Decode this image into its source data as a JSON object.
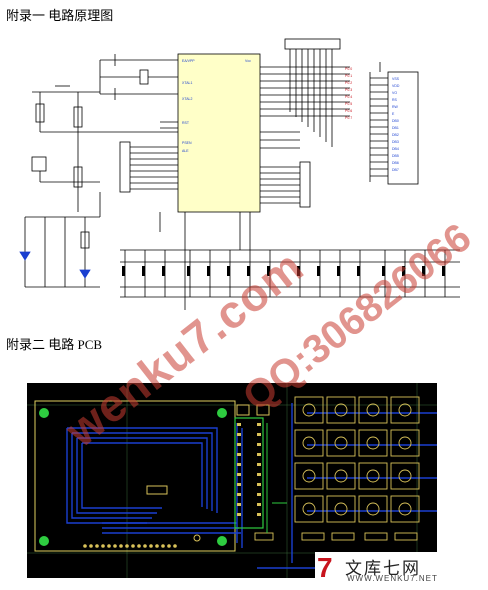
{
  "captions": {
    "appendix1": "附录一   电路原理图",
    "appendix2": "附录二   电路 PCB"
  },
  "watermark": {
    "site": "wenku7.com",
    "qq": "QQ:306826066"
  },
  "logo": {
    "seven": "7",
    "title": "文库七网",
    "url": "WWW.WENKU7.NET"
  },
  "colors": {
    "mcu_fill": "#ffffc8",
    "pcb_background": "#000000",
    "pcb_trace": "#1a3fd0",
    "pcb_pad": "#d9c25a",
    "pcb_component": "#2ecc40",
    "watermark": "#c83c32"
  }
}
